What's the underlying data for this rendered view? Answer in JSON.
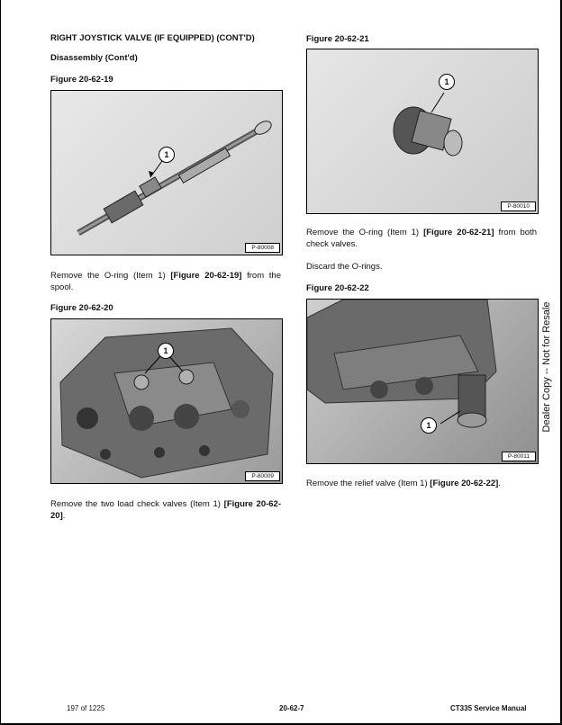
{
  "header": {
    "section_title": "RIGHT JOYSTICK VALVE (IF EQUIPPED) (CONT'D)",
    "subtitle": "Disassembly (Cont'd)"
  },
  "figures": [
    {
      "label": "Figure 20-62-19",
      "tag": "P-80008",
      "callout": "1"
    },
    {
      "label": "Figure 20-62-20",
      "tag": "P-80009",
      "callout": "1"
    },
    {
      "label": "Figure 20-62-21",
      "tag": "P-80010",
      "callout": "1"
    },
    {
      "label": "Figure 20-62-22",
      "tag": "P-80011",
      "callout": "1"
    }
  ],
  "paragraphs": {
    "p19_pre": "Remove the O-ring (Item 1) ",
    "p19_ref": "[Figure 20-62-19]",
    "p19_post": " from the spool.",
    "p20_pre": "Remove the two load check valves (Item 1) ",
    "p20_ref": "[Figure 20-62-20]",
    "p20_post": ".",
    "p21_pre": "Remove the O-ring (Item 1) ",
    "p21_ref": "[Figure 20-62-21]",
    "p21_post": " from both check valves.",
    "p21b": "Discard the O-rings.",
    "p22_pre": "Remove the relief valve (Item 1) ",
    "p22_ref": "[Figure 20-62-22]",
    "p22_post": "."
  },
  "sidebar_text": "Dealer Copy -- Not for Resale",
  "footer": {
    "page_count": "197 of 1225",
    "page_number": "20-62-7",
    "manual": "CT335 Service Manual"
  }
}
